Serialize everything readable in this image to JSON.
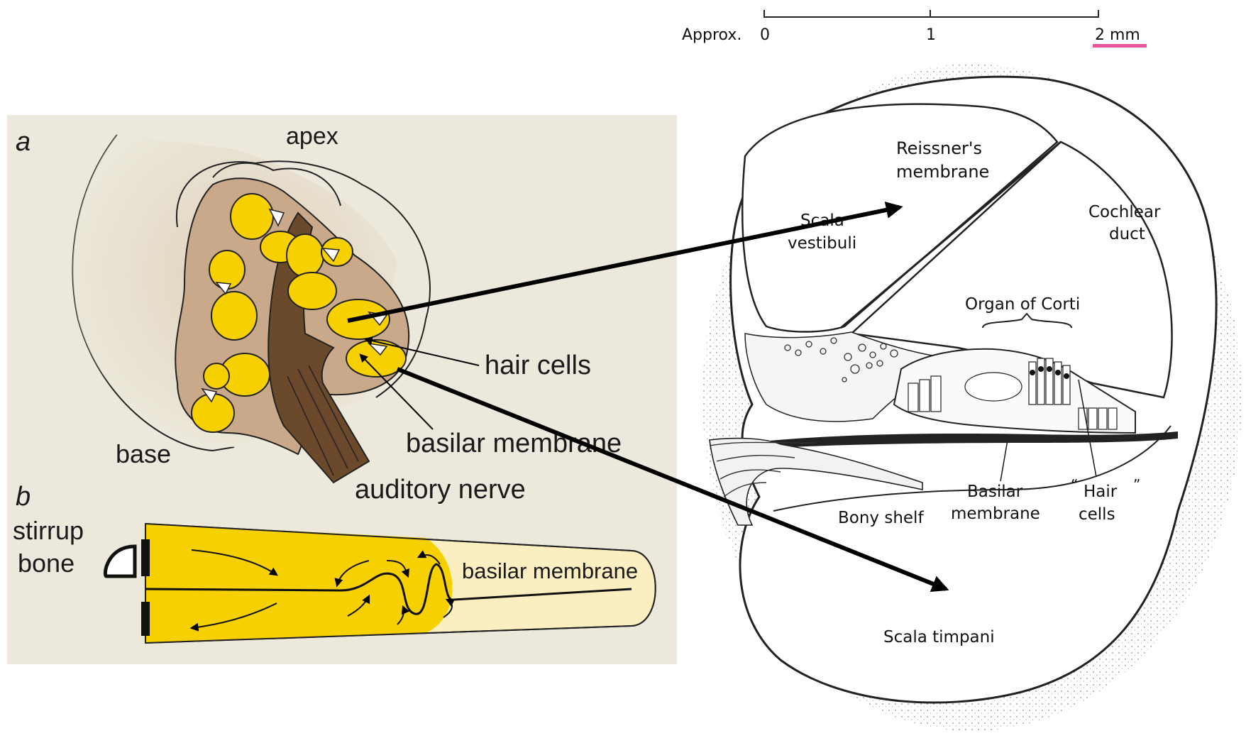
{
  "panel_left": {
    "background": "#ece9dc",
    "yellow": "#f7d000",
    "brown": "#6b4a2b",
    "tan": "#c9a98a",
    "label_a": "a",
    "label_b": "b",
    "apex": "apex",
    "base": "base",
    "hair_cells": "hair cells",
    "basilar_membrane": "basilar membrane",
    "auditory_nerve": "auditory nerve",
    "stirrup_line1": "stirrup",
    "stirrup_line2": "bone",
    "tube_basilar_membrane": "basilar membrane"
  },
  "panel_right": {
    "scale_prefix": "Approx.",
    "scale_ticks": [
      "0",
      "1",
      "2 mm"
    ],
    "scale_underline_color": "#e8559a",
    "reissners_line1": "Reissner's",
    "reissners_line2": "membrane",
    "scala_vestibuli_line1": "Scala",
    "scala_vestibuli_line2": "vestibuli",
    "cochlear_duct_line1": "Cochlear",
    "cochlear_duct_line2": "duct",
    "organ_of_corti": "Organ of Corti",
    "basilar_line1": "Basilar",
    "basilar_line2": "membrane",
    "hair_line1": "Hair",
    "hair_line2": "cells",
    "bony_shelf": "Bony shelf",
    "scala_timpani": "Scala timpani"
  }
}
